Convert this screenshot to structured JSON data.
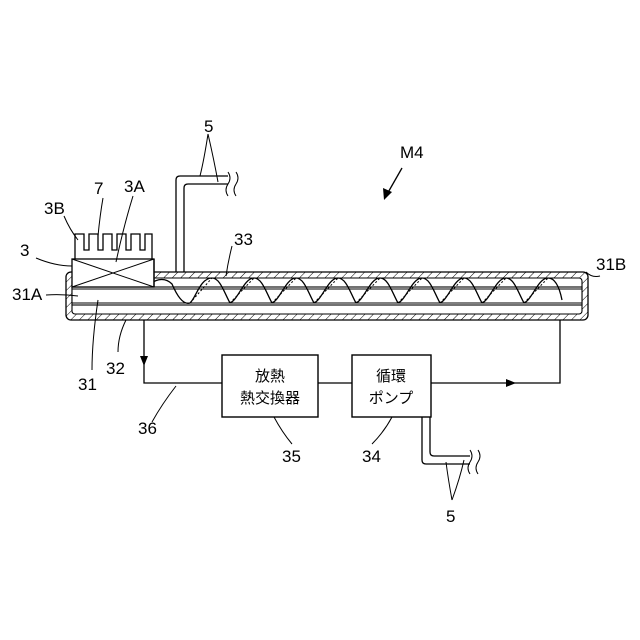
{
  "figure": {
    "label": "M4"
  },
  "labels": {
    "l5_top": "5",
    "l5_bottom": "5",
    "l7": "7",
    "l3A": "3A",
    "l3B": "3B",
    "l3": "3",
    "l31A": "31A",
    "l31B": "31B",
    "l31": "31",
    "l32": "32",
    "l33": "33",
    "l34": "34",
    "l35": "35",
    "l36": "36"
  },
  "boxes": {
    "heat_exchanger": {
      "line1": "放熱",
      "line2": "熱交換器"
    },
    "pump": {
      "line1": "循環",
      "line2": "ポンプ"
    }
  }
}
